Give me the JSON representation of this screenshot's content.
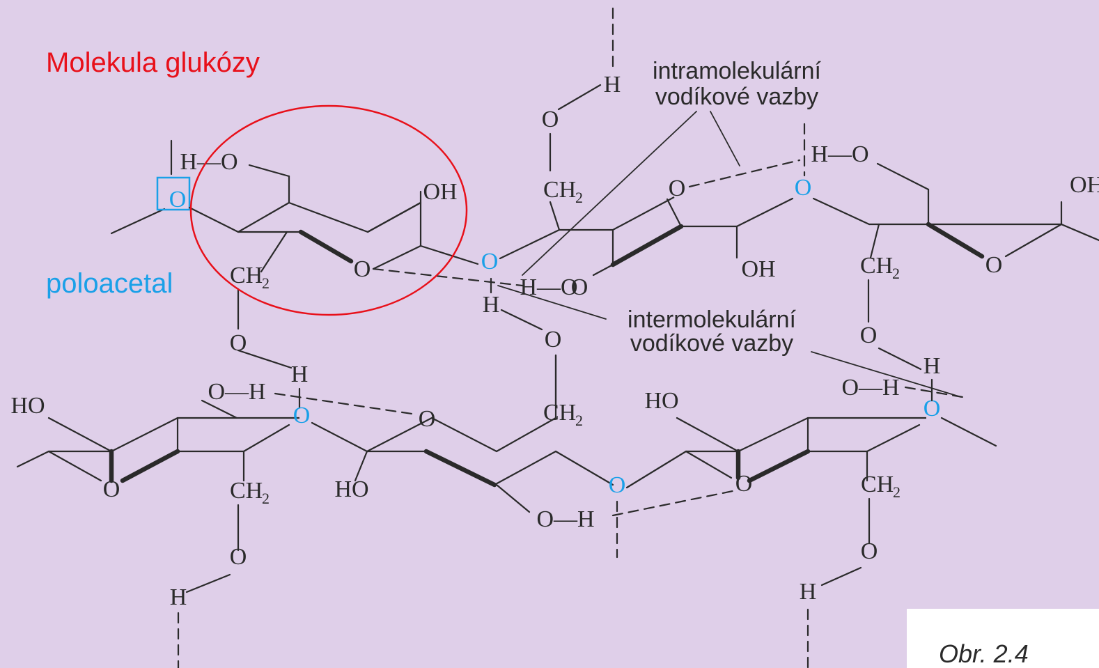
{
  "annotations": {
    "title": "Molekula glukózy",
    "poloacetal": "poloacetal",
    "intra": [
      "intramolekulární",
      "vodíkové vazby"
    ],
    "inter": [
      "intermolekulární",
      "vodíkové vazby"
    ]
  },
  "caption": "Obr. 2.4",
  "atom_labels": {
    "O": "O",
    "H": "H",
    "OH": "OH",
    "HO": "HO",
    "CH2": "CH",
    "sub2": "2",
    "H_O": "H—O",
    "O_H": "O—H"
  },
  "colors": {
    "background": "#dfcfe9",
    "ink": "#2a2a2a",
    "highlight_red": "#e8101a",
    "highlight_blue": "#1aa0e8",
    "caption_bg": "#ffffff"
  }
}
